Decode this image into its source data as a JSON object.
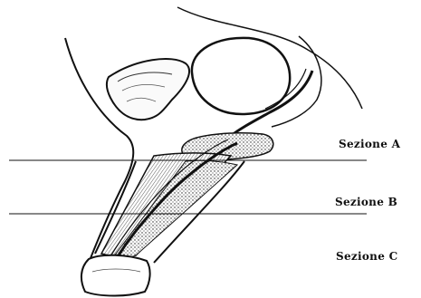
{
  "sections": {
    "a": "Sezione A",
    "b": "Sezione B",
    "c": "Sezione C"
  },
  "colors": {
    "ink": "#111111",
    "background": "#ffffff"
  }
}
